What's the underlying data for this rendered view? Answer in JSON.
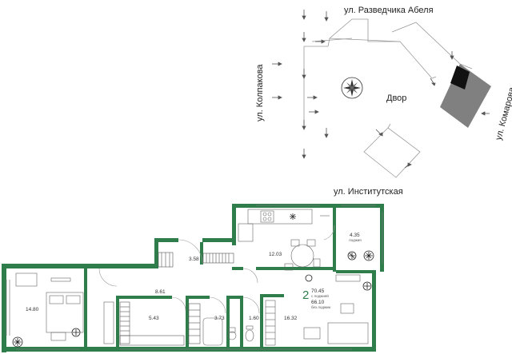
{
  "streets": {
    "north": "ул. Разведчика Абеля",
    "west": "ул. Колпакова",
    "east": "ул. Комарова",
    "south": "ул. Институтская"
  },
  "yard_label": "Двор",
  "rooms": [
    {
      "id": "bedroom",
      "area": "14.80"
    },
    {
      "id": "corridor",
      "area": "8.61"
    },
    {
      "id": "hall",
      "area": "3.58"
    },
    {
      "id": "kitchen",
      "area": "12.03"
    },
    {
      "id": "loggia",
      "area": "4.35"
    },
    {
      "id": "loggia-sub",
      "area": "лоджия"
    },
    {
      "id": "wardrobe",
      "area": "5.43"
    },
    {
      "id": "bathroom",
      "area": "3.73"
    },
    {
      "id": "wc",
      "area": "1.60"
    },
    {
      "id": "living",
      "area": "16.32"
    }
  ],
  "summary": {
    "rooms_count": "2",
    "total_area": "70.45",
    "total_label": "с лоджией",
    "living_area": "66.10",
    "living_label": "без лоджии"
  },
  "colors": {
    "wall": "#2e7d4b",
    "building": "#808080",
    "line": "#9a9a9a"
  }
}
